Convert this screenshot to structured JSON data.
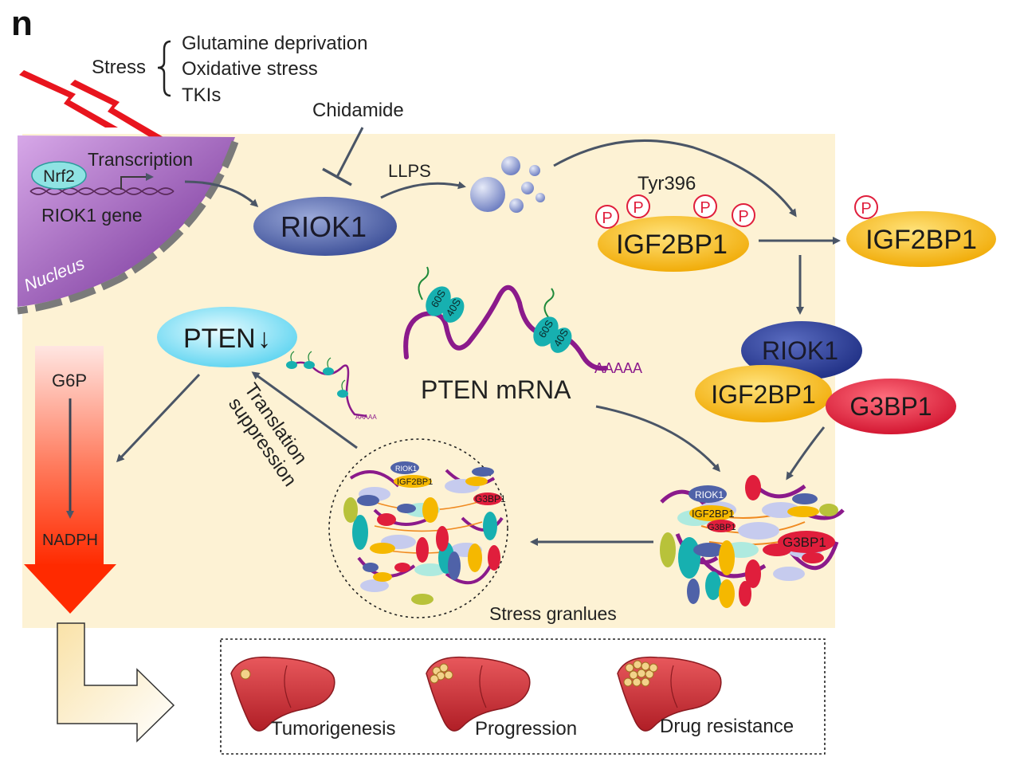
{
  "panel_label": "n",
  "stress": {
    "label": "Stress",
    "items": [
      "Glutamine deprivation",
      "Oxidative stress",
      "TKIs"
    ]
  },
  "drug": "Chidamide",
  "nucleus": {
    "label": "Nucleus",
    "factor": "Nrf2",
    "transcription": "Transcription",
    "gene": "RIOK1 gene"
  },
  "proteins": {
    "riok1": "RIOK1",
    "igf2bp1": "IGF2BP1",
    "g3bp1": "G3BP1",
    "pten": "PTEN",
    "pten_arrow": "↓",
    "phospho": "P",
    "site": "Tyr396"
  },
  "process": {
    "llps": "LLPS",
    "translation_line1": "Translation",
    "translation_line2": "suppression",
    "stress_granules": "Stress granlues"
  },
  "mrna": {
    "label": "PTEN mRNA",
    "polya": "AAAAA",
    "polya_small": "AAAAA",
    "ribo_large": "60S",
    "ribo_small": "40S"
  },
  "metabolism": {
    "start": "G6P",
    "end": "NADPH"
  },
  "outcomes": [
    "Tumorigenesis",
    "Progression",
    "Drug resistance"
  ],
  "granule_labels": {
    "riok1": "RIOK1",
    "igf2bp1": "IGF2BP1",
    "g3bp1": "G3BP1"
  },
  "colors": {
    "cell_bg": "#fdf2d4",
    "nucleus": "#8e44a8",
    "riok1": "#4f62a8",
    "igf2bp1": "#f5b800",
    "g3bp1": "#e01e3c",
    "pten": "#6fd6f0",
    "ribosome": "#17b0b0",
    "mrna": "#8b1a8b",
    "stress_bolt": "#e8151e",
    "arrow": "#4a5566",
    "liver": "#d6343a"
  }
}
